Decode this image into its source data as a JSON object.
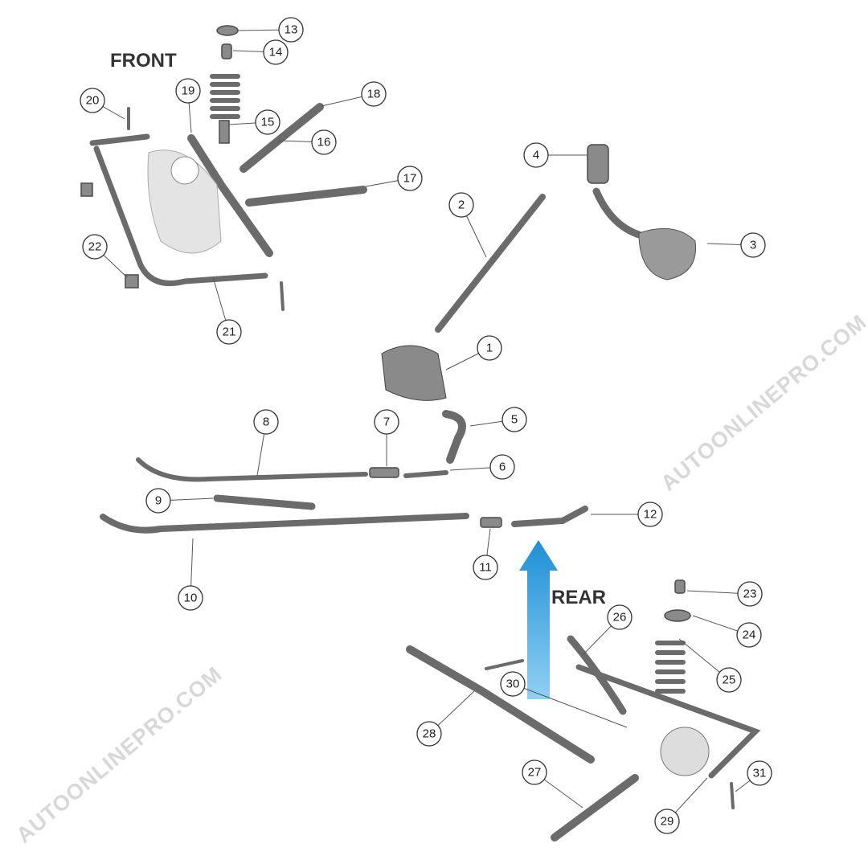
{
  "labels": {
    "front": "FRONT",
    "rear": "REAR"
  },
  "watermark": "AUTOONLINEPRO.COM",
  "callouts": [
    "1",
    "2",
    "3",
    "4",
    "5",
    "6",
    "7",
    "8",
    "9",
    "10",
    "11",
    "12",
    "13",
    "14",
    "15",
    "16",
    "17",
    "18",
    "19",
    "20",
    "21",
    "22",
    "23",
    "24",
    "25",
    "26",
    "27",
    "28",
    "29",
    "30",
    "31"
  ],
  "colors": {
    "arrow": "#2a9ad8",
    "part": "#6b6b6b"
  }
}
